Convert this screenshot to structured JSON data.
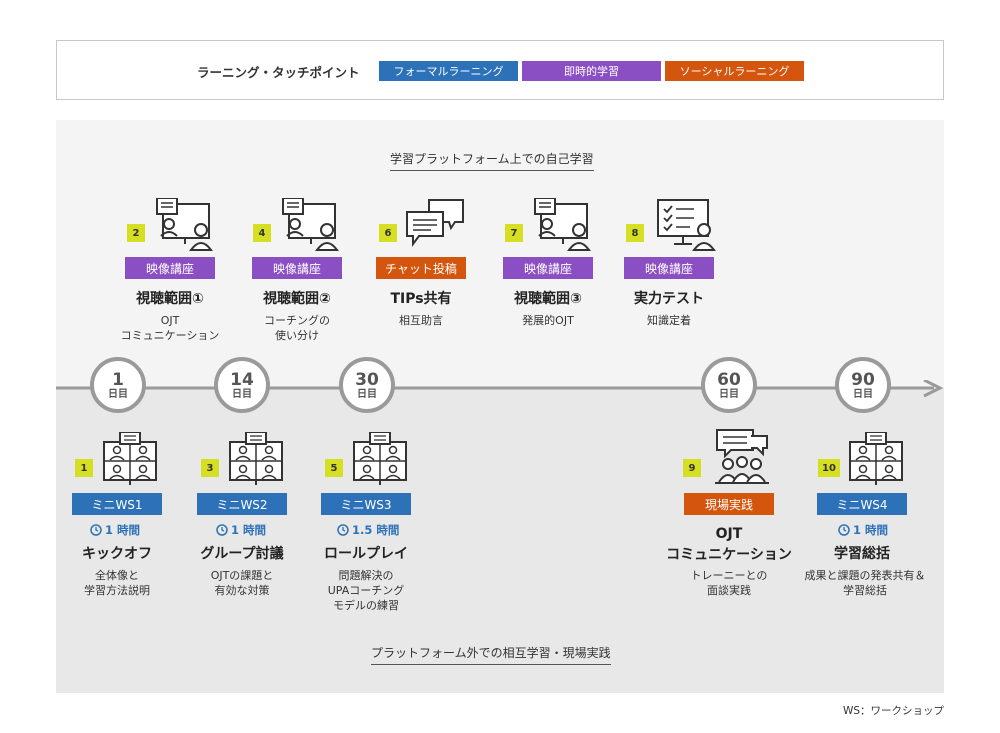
{
  "legend": {
    "title": "ラーニング・タッチポイント",
    "formal": "フォーマルラーニング",
    "instant": "即時的学習",
    "social": "ソーシャルラーニング"
  },
  "sections": {
    "top": "学習プラットフォーム上での自己学習",
    "bottom": "プラットフォーム外での相互学習・現場実践"
  },
  "colors": {
    "formal": "#2d72b8",
    "instant": "#8b4fc4",
    "social": "#d4560e",
    "badge": "#d6df22"
  },
  "milestones": [
    {
      "num": "1",
      "unit": "日目"
    },
    {
      "num": "14",
      "unit": "日目"
    },
    {
      "num": "30",
      "unit": "日目"
    },
    {
      "num": "60",
      "unit": "日目"
    },
    {
      "num": "90",
      "unit": "日目"
    }
  ],
  "online": [
    {
      "badge": "2",
      "tag": "映像講座",
      "title": "視聴範囲①",
      "desc1": "OJT",
      "desc2": "コミュニケーション",
      "icon": "video-lecture-icon"
    },
    {
      "badge": "4",
      "tag": "映像講座",
      "title": "視聴範囲②",
      "desc1": "コーチングの",
      "desc2": "使い分け",
      "icon": "video-lecture-icon"
    },
    {
      "badge": "6",
      "tag": "チャット投稿",
      "title": "TIPs共有",
      "desc1": "相互助言",
      "desc2": "",
      "icon": "chat-bubbles-icon"
    },
    {
      "badge": "7",
      "tag": "映像講座",
      "title": "視聴範囲③",
      "desc1": "発展的OJT",
      "desc2": "",
      "icon": "video-lecture-icon"
    },
    {
      "badge": "8",
      "tag": "映像講座",
      "title": "実力テスト",
      "desc1": "知識定着",
      "desc2": "",
      "icon": "checklist-monitor-icon"
    }
  ],
  "offline": [
    {
      "badge": "1",
      "tag": "ミニWS1",
      "duration": "1 時間",
      "title": "キックオフ",
      "desc1": "全体像と",
      "desc2": "学習方法説明",
      "desc3": ""
    },
    {
      "badge": "3",
      "tag": "ミニWS2",
      "duration": "1 時間",
      "title": "グループ討議",
      "desc1": "OJTの課題と",
      "desc2": "有効な対策",
      "desc3": ""
    },
    {
      "badge": "5",
      "tag": "ミニWS3",
      "duration": "1.5 時間",
      "title": "ロールプレイ",
      "desc1": "問題解決の",
      "desc2": "UPAコーチング",
      "desc3": "モデルの練習"
    },
    {
      "badge": "9",
      "tag": "現場実践",
      "duration": "",
      "title1": "OJT",
      "title2": "コミュニケーション",
      "desc1": "トレーニーとの",
      "desc2": "面談実践",
      "desc3": ""
    },
    {
      "badge": "10",
      "tag": "ミニWS4",
      "duration": "1 時間",
      "title": "学習総括",
      "desc1": "成果と課題の発表共有＆",
      "desc2": "学習総括",
      "desc3": ""
    }
  ],
  "footnote": "WS：ワークショップ"
}
